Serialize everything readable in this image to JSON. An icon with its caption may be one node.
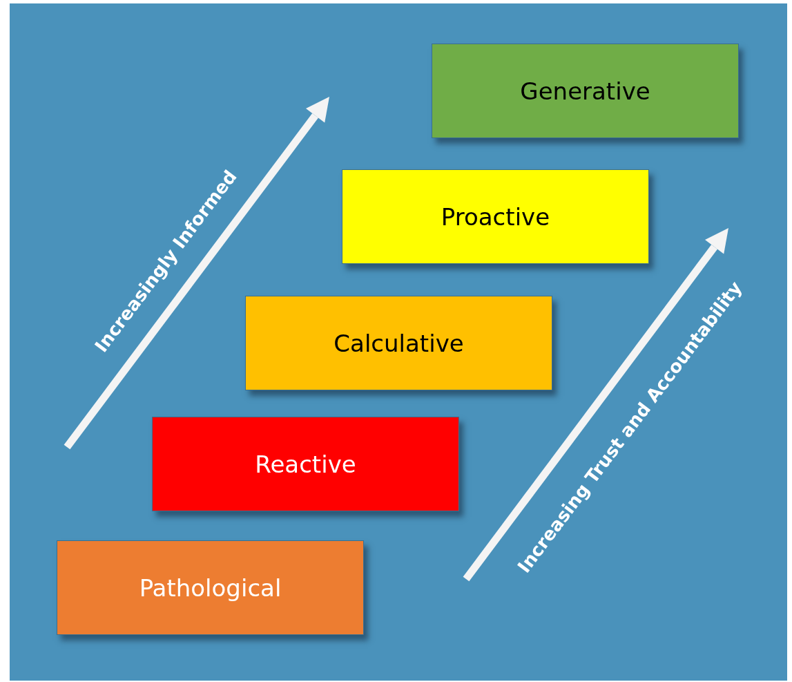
{
  "diagram": {
    "nodes": [
      {
        "text": [
          "Generative"
        ]
      },
      {
        "text": [
          "Proactive"
        ]
      },
      {
        "text": [
          "Calculative"
        ]
      },
      {
        "text": [
          "Reactive"
        ]
      },
      {
        "text": [
          "Pathological"
        ]
      }
    ],
    "edges": [],
    "labels": [
      "Increasingly Informed",
      "Increasing Trust and Accountability"
    ]
  }
}
